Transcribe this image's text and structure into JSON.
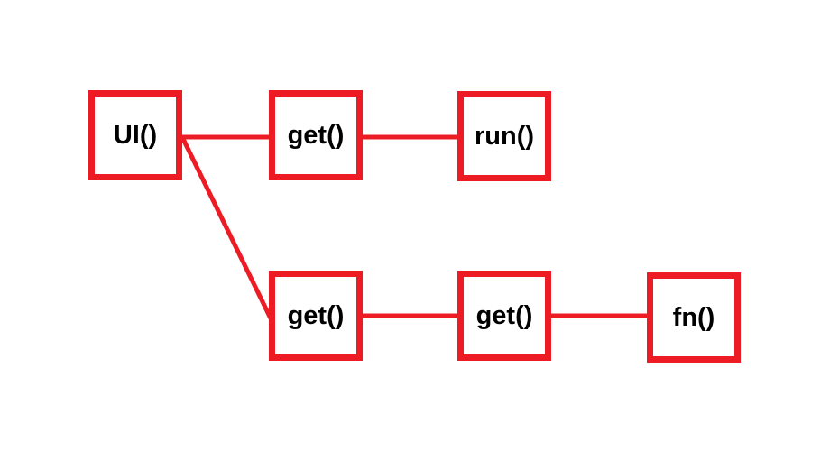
{
  "diagram": {
    "background_color": "#ffffff",
    "accent_color": "#ed1c24",
    "text_color": "#000000",
    "nodes": [
      {
        "id": "ui",
        "label": "UI()"
      },
      {
        "id": "get-top",
        "label": "get()"
      },
      {
        "id": "run",
        "label": "run()"
      },
      {
        "id": "get-bottom1",
        "label": "get()"
      },
      {
        "id": "get-bottom2",
        "label": "get()"
      },
      {
        "id": "fn",
        "label": "fn()"
      }
    ],
    "edges": [
      {
        "from": "ui",
        "to": "get-top"
      },
      {
        "from": "get-top",
        "to": "run"
      },
      {
        "from": "ui",
        "to": "get-bottom1"
      },
      {
        "from": "get-bottom1",
        "to": "get-bottom2"
      },
      {
        "from": "get-bottom2",
        "to": "fn"
      }
    ]
  }
}
